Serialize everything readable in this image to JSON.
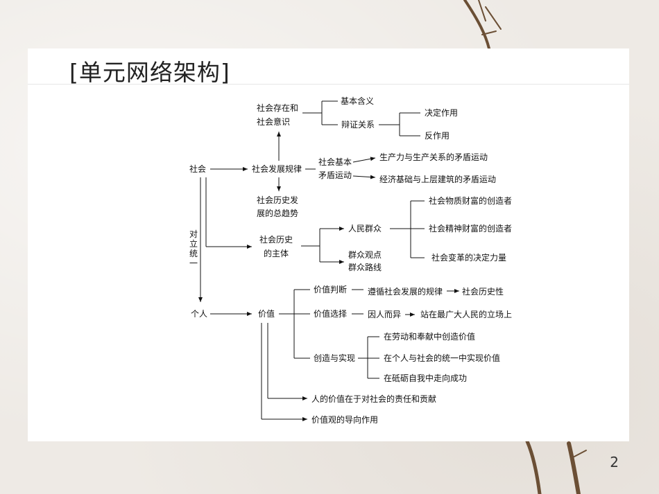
{
  "title": "[单元网络架构]",
  "page_number": "2",
  "nodes": {
    "shehui": "社会",
    "geren": "个人",
    "duili_tongyi": "对立统一",
    "cunzai_yishi": [
      "社会存在和",
      "社会意识"
    ],
    "jiben_hanyi": "基本含义",
    "bianzheng_guanxi": "辩证关系",
    "jueding_zuoyong": "决定作用",
    "fan_zuoyong": "反作用",
    "fazhan_guilv": "社会发展规律",
    "jiben_maodun": [
      "社会基本",
      "矛盾运动"
    ],
    "shengchanli": "生产力与生产关系的矛盾运动",
    "jingji_jichu": "经济基础与上层建筑的矛盾运动",
    "lishi_fazhan": [
      "社会历史发",
      "展的总趋势"
    ],
    "lishi_zhuti": [
      "社会历史",
      "的主体"
    ],
    "renmin_qunzhong": "人民群众",
    "qunzhong_guandian": [
      "群众观点",
      "群众路线"
    ],
    "wuzhi_caifu": "社会物质财富的创造者",
    "jingshen_caifu": "社会精神财富的创造者",
    "biange_liliang": "社会变革的决定力量",
    "jiazhi": "价值",
    "jiazhi_panduan": "价值判断",
    "zunxun_guilv": "遵循社会发展的规律",
    "lishixing": "社会历史性",
    "jiazhi_xuanze": "价值选择",
    "yinren_eryi": "因人而异",
    "zhanzai": "站在最广大人民的立场上",
    "chuangzao_shixian": "创造与实现",
    "laodong_fengxian": "在劳动和奉献中创造价值",
    "geren_shehui": "在个人与社会的统一中实现价值",
    "dili_ziwo": "在砥砺自我中走向成功",
    "ren_jiazhi": "人的价值在于对社会的责任和贡献",
    "daoxiang": "价值观的导向作用"
  }
}
